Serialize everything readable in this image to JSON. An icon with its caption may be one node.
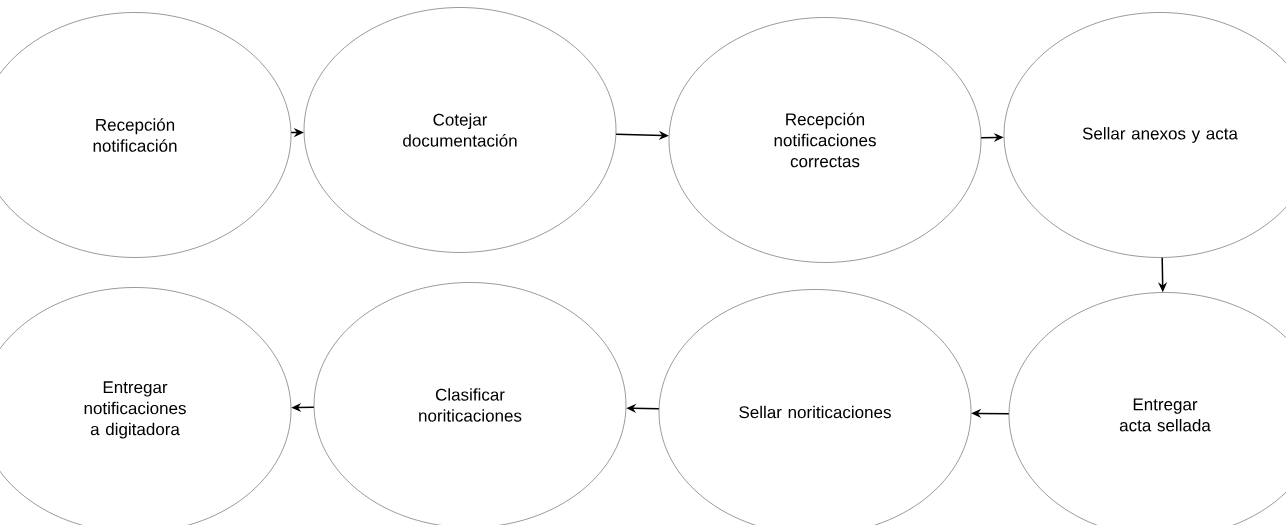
{
  "diagram": {
    "nodes": [
      {
        "text": [
          "Recepción notificación"
        ]
      },
      {
        "text": [
          "Cotejar documentación"
        ]
      },
      {
        "text": [
          "Recepción notificaciones correctas"
        ]
      },
      {
        "text": [
          "Sellar anexos y acta"
        ]
      },
      {
        "text": [
          "Entregar notificaciones a digitadora"
        ]
      },
      {
        "text": [
          "Clasificar noriticaciones"
        ]
      },
      {
        "text": [
          "Sellar noriticaciones"
        ]
      },
      {
        "text": [
          "Entregar acta sellada"
        ]
      }
    ],
    "edges": [
      {
        "from": 0,
        "to": 1,
        "arrow": "to"
      },
      {
        "from": 1,
        "to": 2,
        "arrow": "to"
      },
      {
        "from": 2,
        "to": 3,
        "arrow": "to"
      },
      {
        "from": 3,
        "to": 7,
        "arrow": "to"
      },
      {
        "from": 7,
        "to": 6,
        "arrow": "to"
      },
      {
        "from": 6,
        "to": 5,
        "arrow": "to"
      },
      {
        "from": 5,
        "to": 4,
        "arrow": "to"
      }
    ]
  }
}
